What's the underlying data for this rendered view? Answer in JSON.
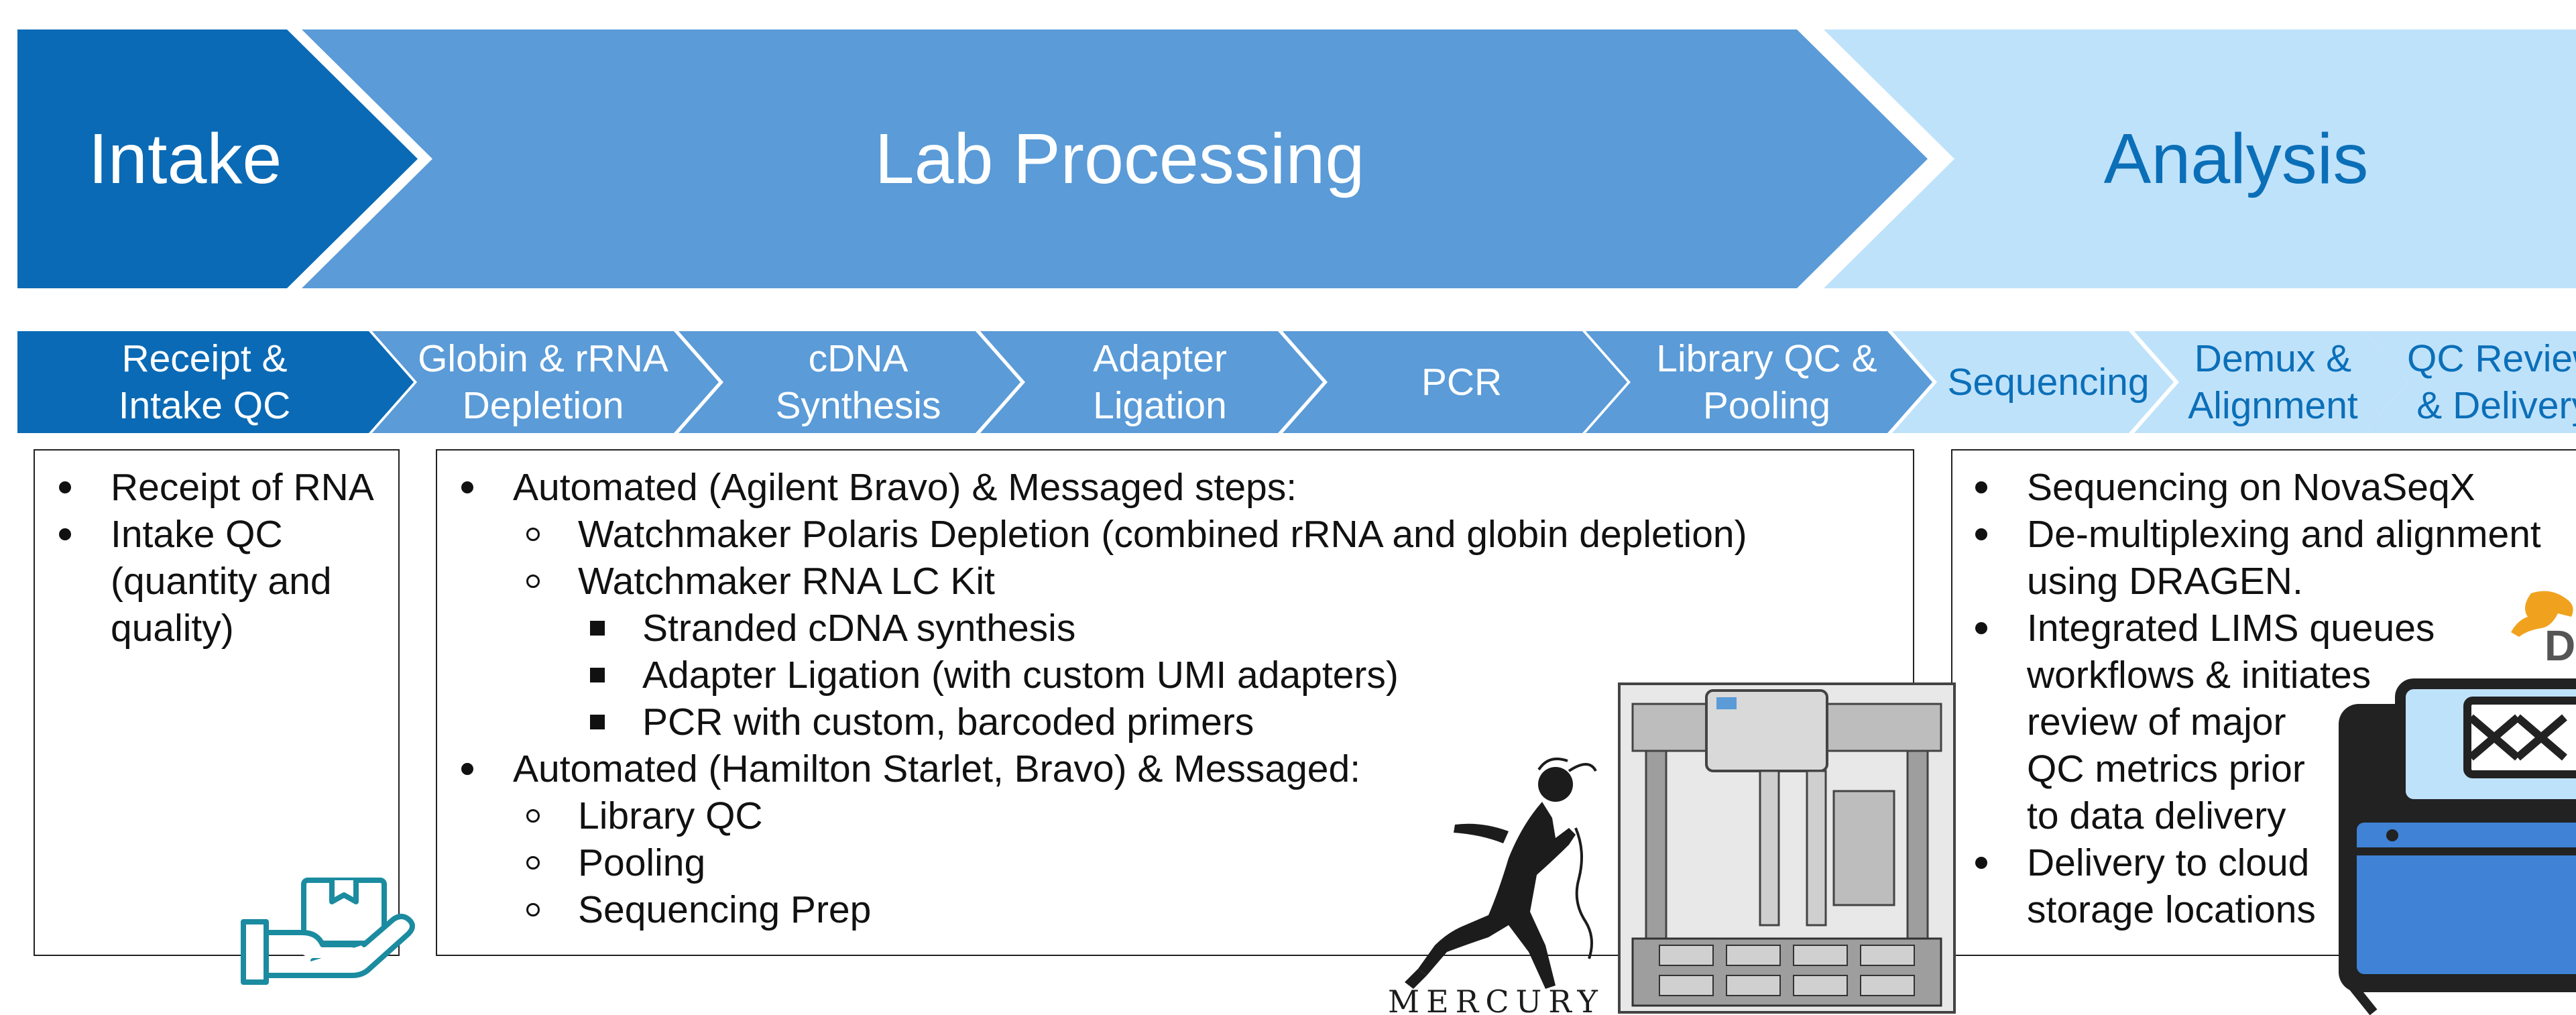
{
  "colors": {
    "dark_blue": "#0a6ab5",
    "mid_blue": "#5a9bd8",
    "light_blue": "#bfe2fb",
    "analysis_text": "#0b6fb8",
    "white": "#ffffff",
    "icon_teal": "#1b8ba0",
    "dragen_orange": "#f0a21e"
  },
  "phases": [
    {
      "label": "Intake"
    },
    {
      "label": "Lab Processing"
    },
    {
      "label": "Analysis"
    }
  ],
  "steps": [
    {
      "label": "Receipt &\nIntake QC"
    },
    {
      "label": "Globin & rRNA\nDepletion"
    },
    {
      "label": "cDNA\nSynthesis"
    },
    {
      "label": "Adapter\nLigation"
    },
    {
      "label": "PCR"
    },
    {
      "label": "Library QC &\nPooling"
    },
    {
      "label": "Sequencing"
    },
    {
      "label": "Demux &\nAlignment"
    },
    {
      "label": "QC Review\n& Delivery"
    }
  ],
  "intake_box": {
    "items": [
      "Receipt of RNA",
      "Intake QC",
      "(quantity and",
      "quality)"
    ]
  },
  "lab_box": {
    "items": [
      "Automated (Agilent Bravo) & Messaged steps:",
      "Watchmaker Polaris Depletion (combined rRNA and globin depletion)",
      "Watchmaker RNA LC Kit",
      "Stranded cDNA synthesis",
      "Adapter Ligation (with custom UMI adapters)",
      "PCR with custom, barcoded primers",
      "Automated (Hamilton Starlet, Bravo) & Messaged:",
      "Library QC",
      "Pooling",
      "Sequencing Prep"
    ]
  },
  "analysis_box": {
    "items": [
      "Sequencing on NovaSeqX",
      "De-multiplexing and alignment",
      "using DRAGEN.",
      "Integrated LIMS queues",
      "workflows & initiates",
      "review of major",
      "QC metrics prior",
      "to data delivery",
      "Delivery to cloud",
      "storage locations"
    ]
  },
  "mercury_logo": {
    "text": "MERCURY"
  },
  "dragen_logo": {
    "text": "D"
  },
  "icons": [
    "package-hand-icon",
    "mercury-runner-icon",
    "liquid-handler-robot-icon",
    "dragen-dragon-icon",
    "dna-server-icon"
  ]
}
